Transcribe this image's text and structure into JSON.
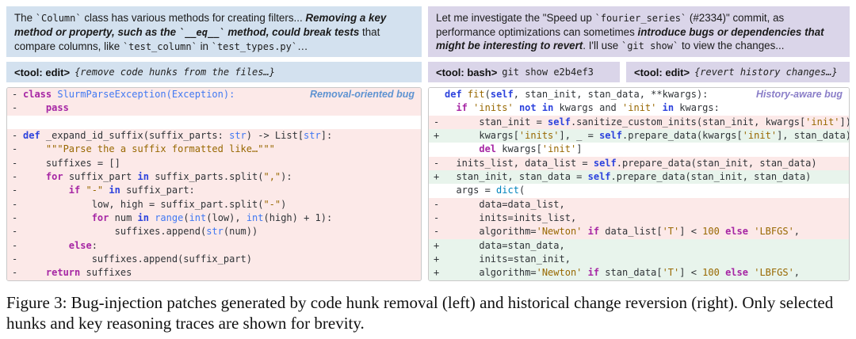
{
  "caption": "Figure 3: Bug-injection patches generated by code hunk removal (left) and historical change reversion (right). Only selected hunks and key reasoning traces are shown for brevity.",
  "colors": {
    "left_accent_bg": "#d3e1ef",
    "right_accent_bg": "#dad5e9",
    "removed_line_bg": "#fce9e8",
    "added_line_bg": "#e8f4ec",
    "left_label_color": "#5e93d1",
    "right_label_color": "#8a7ec8"
  },
  "left": {
    "reasoning_segments": [
      [
        "p",
        "The "
      ],
      [
        "c",
        "`Column`"
      ],
      [
        "p",
        " class has various methods for creating filters... "
      ],
      [
        "b",
        "Removing a key method or property, such as the "
      ],
      [
        "bc",
        "`__eq__`"
      ],
      [
        "b",
        " method, could break tests"
      ],
      [
        "p",
        " that compare columns, like "
      ],
      [
        "c",
        "`test_column`"
      ],
      [
        "p",
        " in "
      ],
      [
        "c",
        "`test_types.py`"
      ],
      [
        "p",
        "…"
      ]
    ],
    "tool": {
      "label": "<tool: edit>",
      "args": "{remove code hunks from the files…}",
      "args_italic": true
    },
    "code_label": "Removal-oriented bug",
    "code_lines": [
      {
        "m": "-",
        "bg": "rm",
        "t": [
          [
            "k",
            "class"
          ],
          [
            "p",
            " "
          ],
          [
            "c",
            "SlurmParseException(Exception):"
          ]
        ]
      },
      {
        "m": "-",
        "bg": "rm",
        "t": [
          [
            "p",
            "    "
          ],
          [
            "k",
            "pass"
          ]
        ]
      },
      {
        "m": "",
        "bg": "ctx",
        "t": []
      },
      {
        "m": "-",
        "bg": "rm",
        "t": [
          [
            "d",
            "def"
          ],
          [
            "p",
            " _expand_id_suffix(suffix_parts: "
          ],
          [
            "n",
            "str"
          ],
          [
            "p",
            ") -> List["
          ],
          [
            "n",
            "str"
          ],
          [
            "p",
            "]:"
          ]
        ]
      },
      {
        "m": "-",
        "bg": "rm",
        "t": [
          [
            "p",
            "    "
          ],
          [
            "s",
            "\"\"\"Parse the a suffix formatted like…\"\"\""
          ]
        ]
      },
      {
        "m": "-",
        "bg": "rm",
        "t": [
          [
            "p",
            "    suffixes = []"
          ]
        ]
      },
      {
        "m": "-",
        "bg": "rm",
        "t": [
          [
            "p",
            "    "
          ],
          [
            "k",
            "for"
          ],
          [
            "p",
            " suffix_part "
          ],
          [
            "d",
            "in"
          ],
          [
            "p",
            " suffix_parts.split("
          ],
          [
            "s",
            "\",\""
          ],
          [
            "p",
            "):"
          ]
        ]
      },
      {
        "m": "-",
        "bg": "rm",
        "t": [
          [
            "p",
            "        "
          ],
          [
            "k",
            "if"
          ],
          [
            "p",
            " "
          ],
          [
            "s",
            "\"-\""
          ],
          [
            "p",
            " "
          ],
          [
            "d",
            "in"
          ],
          [
            "p",
            " suffix_part:"
          ]
        ]
      },
      {
        "m": "-",
        "bg": "rm",
        "t": [
          [
            "p",
            "            low, high = suffix_part.split("
          ],
          [
            "s",
            "\"-\""
          ],
          [
            "p",
            ")"
          ]
        ]
      },
      {
        "m": "-",
        "bg": "rm",
        "t": [
          [
            "p",
            "            "
          ],
          [
            "k",
            "for"
          ],
          [
            "p",
            " num "
          ],
          [
            "d",
            "in"
          ],
          [
            "p",
            " "
          ],
          [
            "n",
            "range"
          ],
          [
            "p",
            "("
          ],
          [
            "n",
            "int"
          ],
          [
            "p",
            "(low), "
          ],
          [
            "n",
            "int"
          ],
          [
            "p",
            "(high) + 1):"
          ]
        ]
      },
      {
        "m": "-",
        "bg": "rm",
        "t": [
          [
            "p",
            "                suffixes.append("
          ],
          [
            "n",
            "str"
          ],
          [
            "p",
            "(num))"
          ]
        ]
      },
      {
        "m": "-",
        "bg": "rm",
        "t": [
          [
            "p",
            "        "
          ],
          [
            "k",
            "else"
          ],
          [
            "p",
            ":"
          ]
        ]
      },
      {
        "m": "-",
        "bg": "rm",
        "t": [
          [
            "p",
            "            suffixes.append(suffix_part)"
          ]
        ]
      },
      {
        "m": "-",
        "bg": "rm",
        "t": [
          [
            "p",
            "    "
          ],
          [
            "k",
            "return"
          ],
          [
            "p",
            " suffixes"
          ]
        ]
      }
    ]
  },
  "right": {
    "reasoning_segments": [
      [
        "p",
        "Let me investigate the \"Speed up "
      ],
      [
        "c",
        "`fourier_series`"
      ],
      [
        "p",
        " (#2334)\" commit, as performance optimizations can sometimes "
      ],
      [
        "b",
        "introduce bugs or dependencies that might be interesting to revert"
      ],
      [
        "p",
        ". I'll use "
      ],
      [
        "c",
        "`git show`"
      ],
      [
        "p",
        " to view the changes..."
      ]
    ],
    "tools": [
      {
        "label": "<tool: bash>",
        "args": "git show e2b4ef3",
        "args_italic": false
      },
      {
        "label": "<tool: edit>",
        "args": "{revert history changes…}",
        "args_italic": true
      }
    ],
    "code_label": "History-aware bug",
    "code_lines": [
      {
        "m": "",
        "bg": "ctx",
        "t": [
          [
            "d",
            "def"
          ],
          [
            "p",
            " "
          ],
          [
            "f",
            "fit"
          ],
          [
            "p",
            "("
          ],
          [
            "d",
            "self"
          ],
          [
            "p",
            ", stan_init, stan_data, **kwargs):"
          ]
        ]
      },
      {
        "m": "",
        "bg": "ctx",
        "t": [
          [
            "p",
            "  "
          ],
          [
            "k",
            "if"
          ],
          [
            "p",
            " "
          ],
          [
            "s",
            "'inits'"
          ],
          [
            "p",
            " "
          ],
          [
            "d",
            "not in"
          ],
          [
            "p",
            " kwargs and "
          ],
          [
            "s",
            "'init'"
          ],
          [
            "p",
            " "
          ],
          [
            "d",
            "in"
          ],
          [
            "p",
            " kwargs:"
          ]
        ]
      },
      {
        "m": "-",
        "bg": "rm",
        "t": [
          [
            "p",
            "      stan_init = "
          ],
          [
            "d",
            "self"
          ],
          [
            "p",
            ".sanitize_custom_inits(stan_init, kwargs["
          ],
          [
            "s",
            "'init'"
          ],
          [
            "p",
            "])"
          ]
        ]
      },
      {
        "m": "+",
        "bg": "add",
        "t": [
          [
            "p",
            "      kwargs["
          ],
          [
            "s",
            "'inits'"
          ],
          [
            "p",
            "], _ = "
          ],
          [
            "d",
            "self"
          ],
          [
            "p",
            ".prepare_data(kwargs["
          ],
          [
            "s",
            "'init'"
          ],
          [
            "p",
            "], stan_data)"
          ]
        ]
      },
      {
        "m": "",
        "bg": "ctx",
        "t": [
          [
            "p",
            "      "
          ],
          [
            "k",
            "del"
          ],
          [
            "p",
            " kwargs["
          ],
          [
            "s",
            "'init'"
          ],
          [
            "p",
            "]"
          ]
        ]
      },
      {
        "m": "-",
        "bg": "rm",
        "t": [
          [
            "p",
            "  inits_list, data_list = "
          ],
          [
            "d",
            "self"
          ],
          [
            "p",
            ".prepare_data(stan_init, stan_data)"
          ]
        ]
      },
      {
        "m": "+",
        "bg": "add",
        "t": [
          [
            "p",
            "  stan_init, stan_data = "
          ],
          [
            "d",
            "self"
          ],
          [
            "p",
            ".prepare_data(stan_init, stan_data)"
          ]
        ]
      },
      {
        "m": "",
        "bg": "ctx",
        "t": [
          [
            "p",
            "  args = "
          ],
          [
            "t",
            "dict"
          ],
          [
            "p",
            "("
          ]
        ]
      },
      {
        "m": "-",
        "bg": "rm",
        "t": [
          [
            "p",
            "      data=data_list,"
          ]
        ]
      },
      {
        "m": "-",
        "bg": "rm",
        "t": [
          [
            "p",
            "      inits=inits_list,"
          ]
        ]
      },
      {
        "m": "-",
        "bg": "rm",
        "t": [
          [
            "p",
            "      algorithm="
          ],
          [
            "s",
            "'Newton'"
          ],
          [
            "p",
            " "
          ],
          [
            "k",
            "if"
          ],
          [
            "p",
            " data_list["
          ],
          [
            "s",
            "'T'"
          ],
          [
            "p",
            "] < "
          ],
          [
            "s",
            "100"
          ],
          [
            "p",
            " "
          ],
          [
            "k",
            "else"
          ],
          [
            "p",
            " "
          ],
          [
            "s",
            "'LBFGS'"
          ],
          [
            "p",
            ","
          ]
        ]
      },
      {
        "m": "+",
        "bg": "add",
        "t": [
          [
            "p",
            "      data=stan_data,"
          ]
        ]
      },
      {
        "m": "+",
        "bg": "add",
        "t": [
          [
            "p",
            "      inits=stan_init,"
          ]
        ]
      },
      {
        "m": "+",
        "bg": "add",
        "t": [
          [
            "p",
            "      algorithm="
          ],
          [
            "s",
            "'Newton'"
          ],
          [
            "p",
            " "
          ],
          [
            "k",
            "if"
          ],
          [
            "p",
            " stan_data["
          ],
          [
            "s",
            "'T'"
          ],
          [
            "p",
            "] < "
          ],
          [
            "s",
            "100"
          ],
          [
            "p",
            " "
          ],
          [
            "k",
            "else"
          ],
          [
            "p",
            " "
          ],
          [
            "s",
            "'LBFGS'"
          ],
          [
            "p",
            ","
          ]
        ]
      }
    ]
  }
}
